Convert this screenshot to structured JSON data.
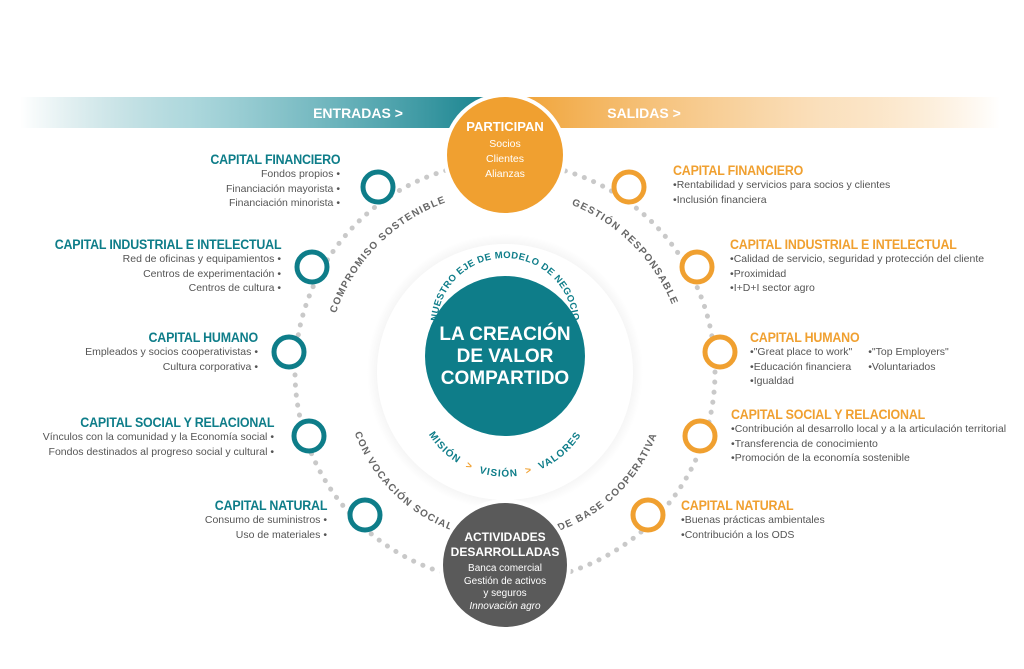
{
  "colors": {
    "teal": "#0e7d89",
    "orange": "#f0a030",
    "gray": "#555555"
  },
  "header": {
    "entradas": "ENTRADAS >",
    "salidas": "SALIDAS >"
  },
  "top_node": {
    "title": "PARTICIPAN",
    "items": [
      "Socios",
      "Clientes",
      "Alianzas"
    ]
  },
  "bottom_node": {
    "title_line1": "ACTIVIDADES",
    "title_line2": "DESARROLLADAS",
    "items": [
      "Banca comercial",
      "Gestión de activos",
      "y seguros",
      "Innovación agro"
    ]
  },
  "center": {
    "line1": "LA CREACIÓN",
    "line2": "DE VALOR",
    "line3": "COMPARTIDO",
    "arc_top": "NUESTRO EJE DE MODELO DE NEGOCIO",
    "mision": "MISIÓN",
    "vision": "VISIÓN",
    "valores": "VALORES",
    "sep": ">"
  },
  "ring": {
    "left_top": "COMPROMISO SOSTENIBLE",
    "right_top": "GESTIÓN RESPONSABLE",
    "left_bottom": "CON VOCACIÓN SOCIAL",
    "right_bottom": "DE BASE COOPERATIVA"
  },
  "entradas": [
    {
      "title": "CAPITAL FINANCIERO",
      "items": [
        "Fondos propios",
        "Financiación mayorista",
        "Financiación minorista"
      ]
    },
    {
      "title": "CAPITAL INDUSTRIAL E INTELECTUAL",
      "items": [
        "Red de oficinas y equipamientos",
        "Centros de experimentación",
        "Centros de cultura"
      ]
    },
    {
      "title": "CAPITAL HUMANO",
      "items": [
        "Empleados y socios cooperativistas",
        "Cultura corporativa"
      ]
    },
    {
      "title": "CAPITAL SOCIAL Y RELACIONAL",
      "items": [
        "Vínculos con la comunidad y la Economía social",
        "Fondos destinados al progreso social y cultural"
      ]
    },
    {
      "title": "CAPITAL NATURAL",
      "items": [
        "Consumo de suministros",
        "Uso de materiales"
      ]
    }
  ],
  "salidas": [
    {
      "title": "CAPITAL FINANCIERO",
      "items": [
        "Rentabilidad y servicios para socios y clientes",
        "Inclusión financiera"
      ]
    },
    {
      "title": "CAPITAL INDUSTRIAL E INTELECTUAL",
      "items": [
        "Calidad de servicio, seguridad y protección del cliente",
        "Proximidad",
        "I+D+I sector agro"
      ]
    },
    {
      "title": "CAPITAL HUMANO",
      "items_col1": [
        "\"Great place to work\"",
        "Educación financiera",
        "Igualdad"
      ],
      "items_col2": [
        "\"Top Employers\"",
        "Voluntariados"
      ]
    },
    {
      "title": "CAPITAL SOCIAL Y RELACIONAL",
      "items": [
        "Contribución al desarrollo local y a la articulación territorial",
        "Transferencia de conocimiento",
        "Promoción de la economía sostenible"
      ]
    },
    {
      "title": "CAPITAL NATURAL",
      "items": [
        "Buenas prácticas ambientales",
        "Contribución a los ODS"
      ]
    }
  ]
}
